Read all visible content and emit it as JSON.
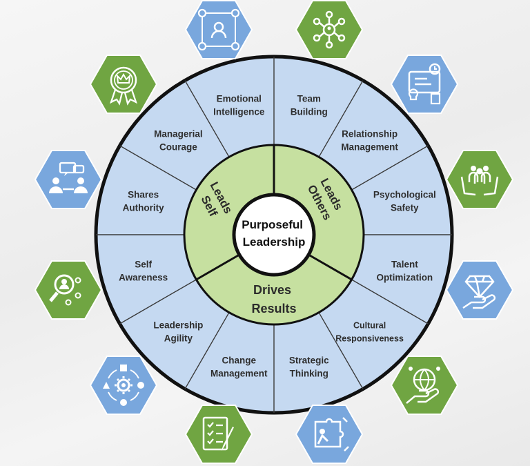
{
  "colors": {
    "ring_outer": "#c5d9f1",
    "ring_inner": "#c6e0a0",
    "line": "#111111",
    "hex_blue": "#79a7dd",
    "hex_green": "#70a542",
    "icon": "#ffffff"
  },
  "center": {
    "line1": "Purposeful",
    "line2": "Leadership"
  },
  "zones": [
    {
      "id": "self",
      "line1": "Leads",
      "line2": "Self"
    },
    {
      "id": "others",
      "line1": "Leads",
      "line2": "Others"
    },
    {
      "id": "results",
      "line1": "Drives",
      "line2": "Results"
    }
  ],
  "segments": [
    {
      "line1": "Team",
      "line2": "Building",
      "icon": "network-people-icon",
      "hex": "green"
    },
    {
      "line1": "Relationship",
      "line2": "Management",
      "icon": "dashboard-ideas-icon",
      "hex": "blue"
    },
    {
      "line1": "Psychological",
      "line2": "Safety",
      "icon": "protecting-hands-group-icon",
      "hex": "green"
    },
    {
      "line1": "Talent",
      "line2": "Optimization",
      "icon": "diamond-hand-icon",
      "hex": "blue"
    },
    {
      "line1": "Cultural",
      "line2": "Responsiveness",
      "icon": "globe-hand-icon",
      "hex": "green"
    },
    {
      "line1": "Strategic",
      "line2": "Thinking",
      "icon": "puzzle-person-icon",
      "hex": "blue"
    },
    {
      "line1": "Change",
      "line2": "Management",
      "icon": "checklist-pen-icon",
      "hex": "green"
    },
    {
      "line1": "Leadership",
      "line2": "Agility",
      "icon": "cycle-gear-icon",
      "hex": "blue"
    },
    {
      "line1": "Self",
      "line2": "Awareness",
      "icon": "magnify-people-icon",
      "hex": "green"
    },
    {
      "line1": "Shares",
      "line2": "Authority",
      "icon": "conversation-icon",
      "hex": "blue"
    },
    {
      "line1": "Managerial",
      "line2": "Courage",
      "icon": "crown-badge-icon",
      "hex": "green"
    },
    {
      "line1": "Emotional",
      "line2": "Intelligence",
      "icon": "team-connection-icon",
      "hex": "blue"
    }
  ]
}
